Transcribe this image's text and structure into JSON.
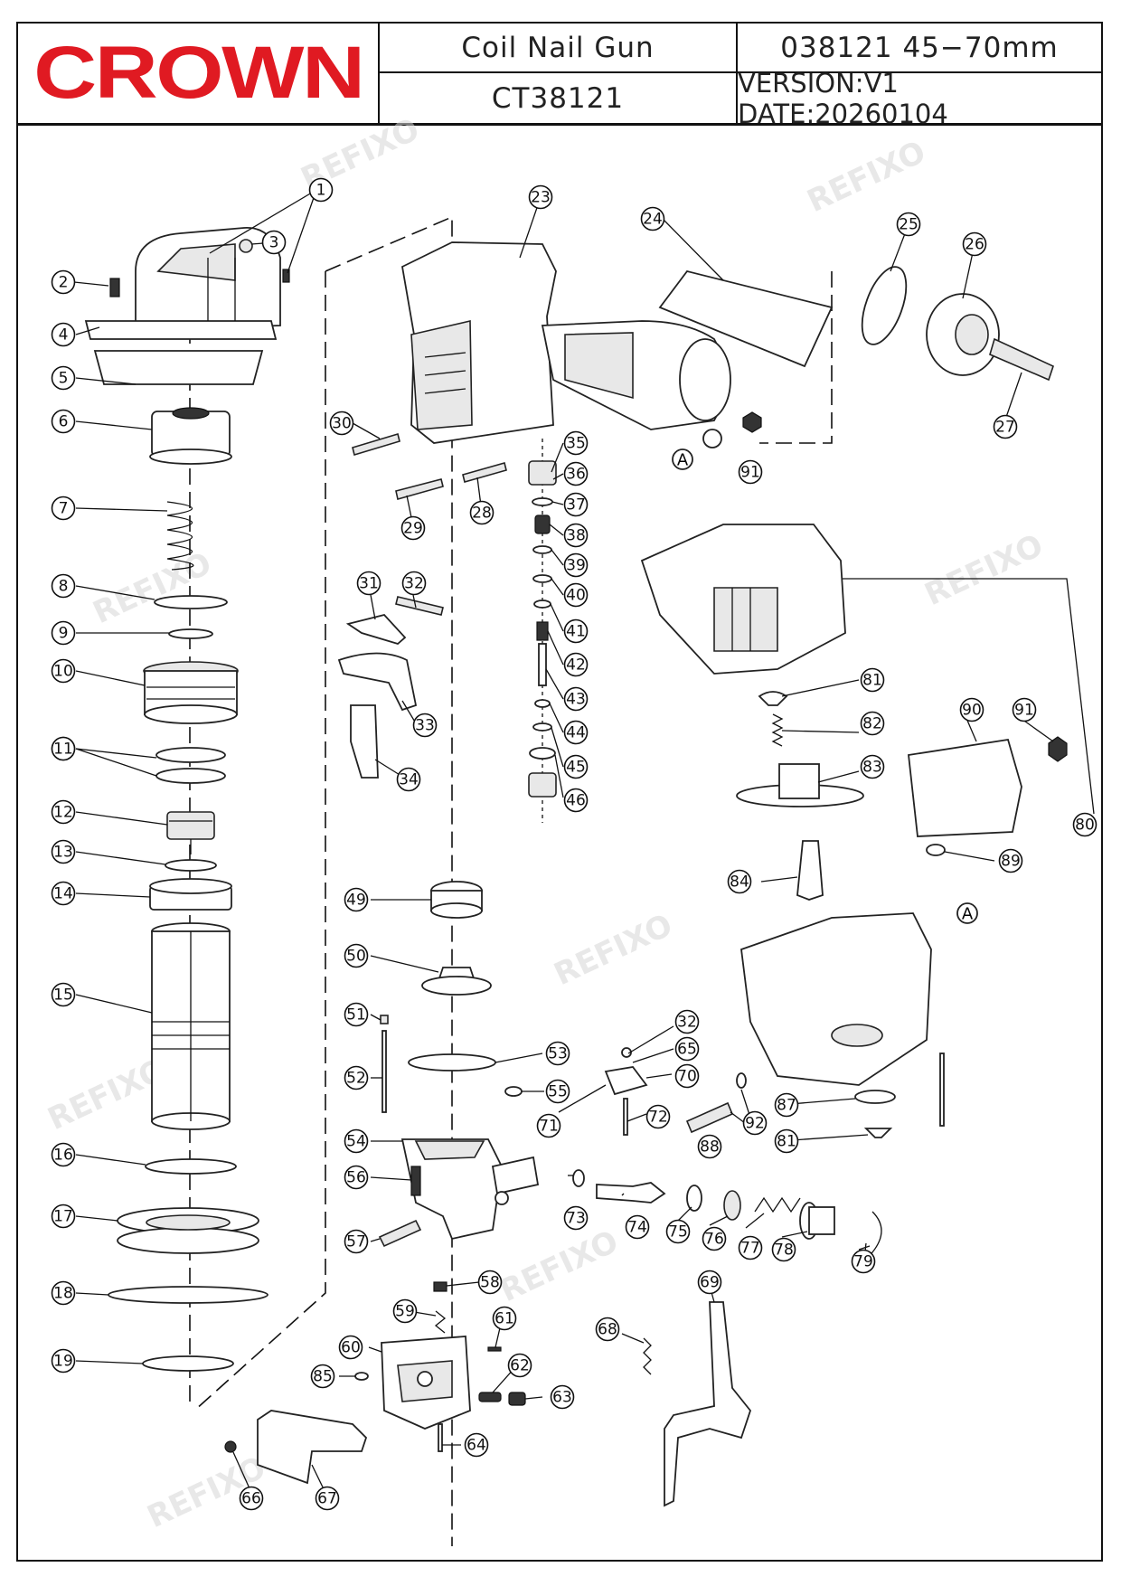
{
  "header": {
    "brand": "CROWN",
    "brand_color": "#e01a22",
    "product_name": "Coil Nail Gun",
    "product_code": "CT38121",
    "spec": "038121  45−70mm",
    "version_date": "VERSION:V1  DATE:20260104"
  },
  "watermark": "REFIXO",
  "assembly_marker": "A",
  "callouts": [
    "1",
    "2",
    "3",
    "4",
    "5",
    "6",
    "7",
    "8",
    "9",
    "10",
    "11",
    "11b",
    "12",
    "13",
    "14",
    "15",
    "16",
    "17",
    "18",
    "19",
    "23",
    "24",
    "25",
    "26",
    "27",
    "28",
    "29",
    "30",
    "31",
    "32",
    "32b",
    "33",
    "34",
    "35",
    "36",
    "37",
    "38",
    "39",
    "40",
    "41",
    "42",
    "43",
    "44",
    "45",
    "46",
    "49",
    "50",
    "51",
    "52",
    "53",
    "54",
    "55",
    "56",
    "57",
    "58",
    "59",
    "60",
    "61",
    "62",
    "63",
    "64",
    "65",
    "66",
    "67",
    "68",
    "69",
    "70",
    "71",
    "72",
    "73",
    "74",
    "75",
    "76",
    "77",
    "78",
    "79",
    "80",
    "81",
    "81b",
    "82",
    "83",
    "84",
    "85",
    "87",
    "88",
    "89",
    "90",
    "91",
    "91b",
    "92"
  ],
  "labels": {
    "1": "1",
    "2": "2",
    "3": "3",
    "4": "4",
    "5": "5",
    "6": "6",
    "7": "7",
    "8": "8",
    "9": "9",
    "10": "10",
    "11": "11",
    "12": "12",
    "13": "13",
    "14": "14",
    "15": "15",
    "16": "16",
    "17": "17",
    "18": "18",
    "19": "19",
    "23": "23",
    "24": "24",
    "25": "25",
    "26": "26",
    "27": "27",
    "28": "28",
    "29": "29",
    "30": "30",
    "31": "31",
    "32": "32",
    "33": "33",
    "34": "34",
    "35": "35",
    "36": "36",
    "37": "37",
    "38": "38",
    "39": "39",
    "40": "40",
    "41": "41",
    "42": "42",
    "43": "43",
    "44": "44",
    "45": "45",
    "46": "46",
    "49": "49",
    "50": "50",
    "51": "51",
    "52": "52",
    "53": "53",
    "54": "54",
    "55": "55",
    "56": "56",
    "57": "57",
    "58": "58",
    "59": "59",
    "60": "60",
    "61": "61",
    "62": "62",
    "63": "63",
    "64": "64",
    "65": "65",
    "66": "66",
    "67": "67",
    "68": "68",
    "69": "69",
    "70": "70",
    "71": "71",
    "72": "72",
    "73": "73",
    "74": "74",
    "75": "75",
    "76": "76",
    "77": "77",
    "78": "78",
    "79": "79",
    "80": "80",
    "81": "81",
    "82": "82",
    "83": "83",
    "84": "84",
    "85": "85",
    "87": "87",
    "88": "88",
    "89": "89",
    "90": "90",
    "91": "91",
    "92": "92"
  }
}
